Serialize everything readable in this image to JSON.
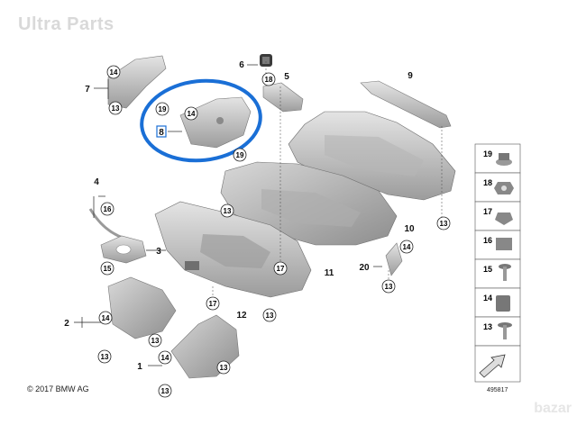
{
  "watermark": "Ultra Parts",
  "watermark_corner": "bazar",
  "copyright": "© 2017 BMW AG",
  "diagram_no": "495817",
  "highlight_color": "#1a6fd6",
  "part_color": "#c9c9c9",
  "callouts": {
    "c1": "1",
    "c2": "2",
    "c3": "3",
    "c4": "4",
    "c5": "5",
    "c6": "6",
    "c7": "7",
    "c8": "8",
    "c9": "9",
    "c10": "10",
    "c11": "11",
    "c12": "12",
    "c20": "20",
    "b14": "14",
    "b19": "19",
    "b16": "16",
    "b15": "15",
    "b17": "17",
    "b13": "13",
    "b18": "18"
  },
  "legend": [
    {
      "num": "19",
      "icon": "round-nut-icon"
    },
    {
      "num": "18",
      "icon": "hex-nut-icon"
    },
    {
      "num": "17",
      "icon": "speed-nut-icon"
    },
    {
      "num": "16",
      "icon": "clip-nut-icon"
    },
    {
      "num": "15",
      "icon": "screw-icon"
    },
    {
      "num": "14",
      "icon": "expanding-rivet-icon"
    },
    {
      "num": "13",
      "icon": "self-tapping-screw-icon"
    }
  ]
}
